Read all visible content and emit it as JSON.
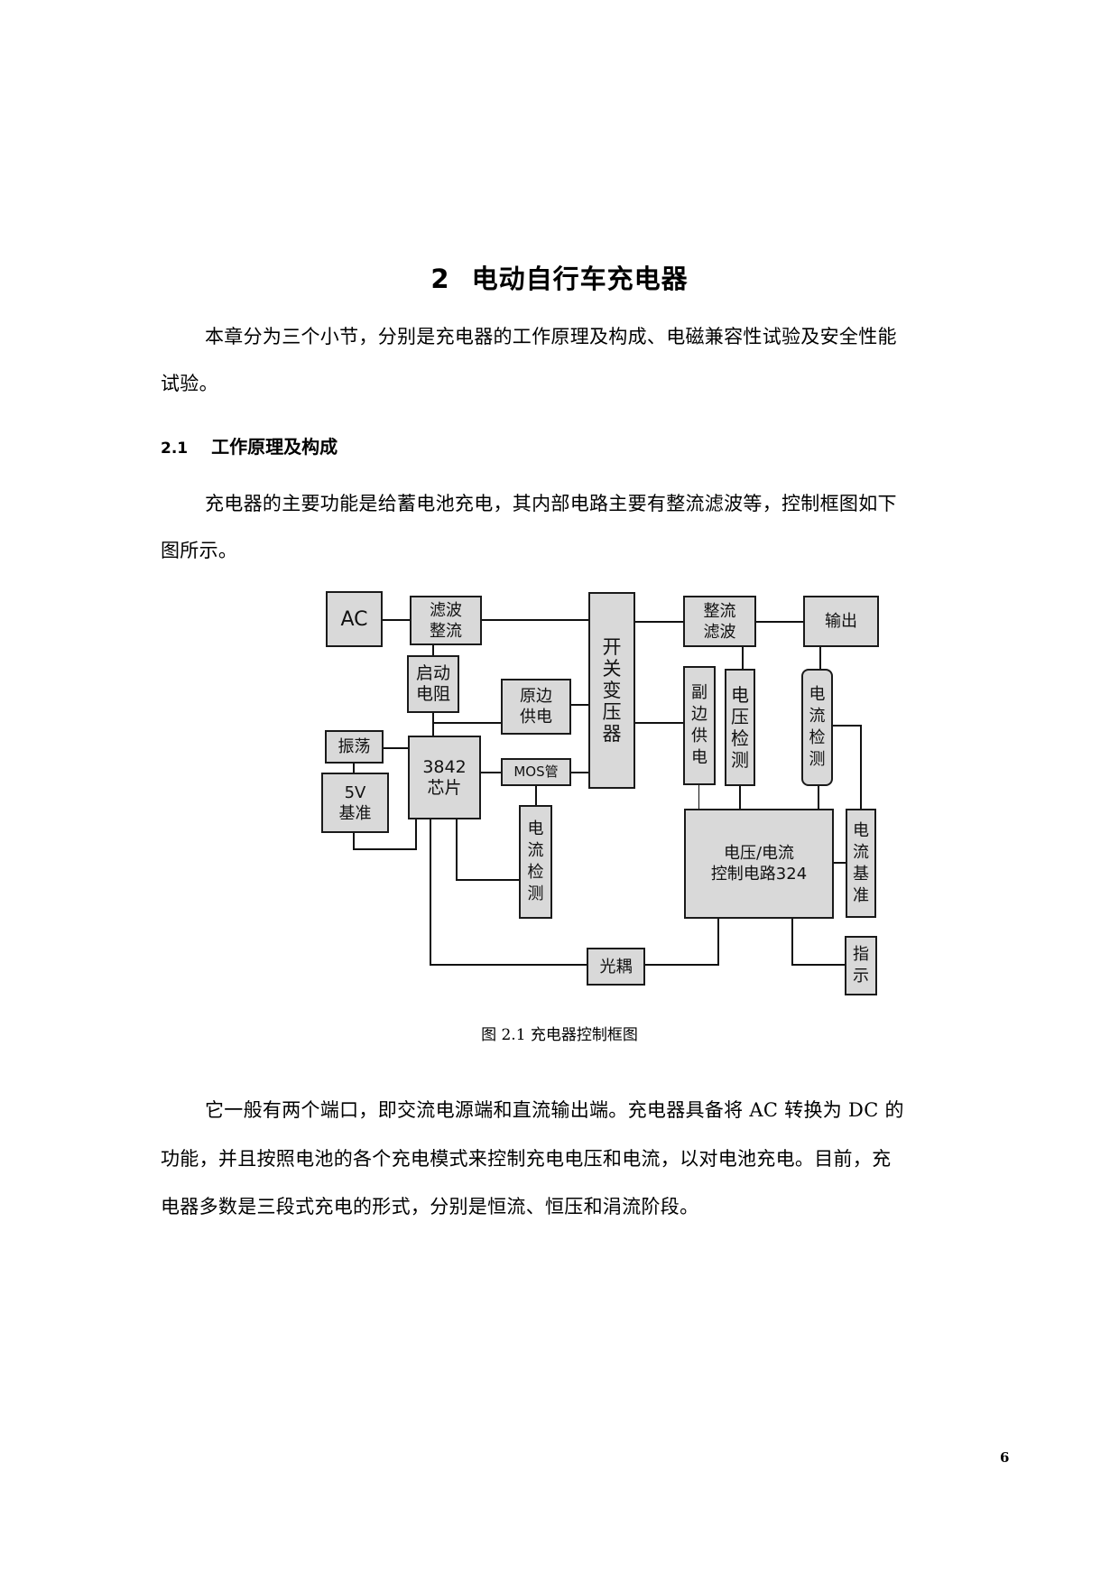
{
  "chapter": {
    "number": "2",
    "title": "电动自行车充电器"
  },
  "intro_paragraph": {
    "lines": [
      "本章分为三个小节，分别是充电器的工作原理及构成、电磁兼容性试验及安全性能",
      "试验。"
    ]
  },
  "section": {
    "number": "2.1",
    "title": "工作原理及构成"
  },
  "section_paragraph": {
    "lines": [
      "充电器的主要功能是给蓄电池充电，其内部电路主要有整流滤波等，控制框图如下",
      "图所示。"
    ]
  },
  "diagram": {
    "blocks": {
      "ac": "AC",
      "filter_rectify": "滤波\n整流",
      "startup_resistor": "启动\n电阻",
      "primary_supply": "原边\n供电",
      "switch_transformer": "开关变压器",
      "oscillator": "振荡",
      "chip_3842": "3842\n芯片",
      "mos": "MOS管",
      "ref_5v": "5V\n基准",
      "current_detect_left": "电流检测",
      "rectify_filter": "整流\n滤波",
      "output": "输出",
      "secondary_supply": "副边供电",
      "voltage_detect": "电压检测",
      "current_detect_right": "电流检测",
      "control_324": "电压/电流\n控制电路324",
      "current_ref": "电流基准",
      "optocoupler": "光耦",
      "indicator": "指示"
    },
    "caption": "图 2.1  充电器控制框图"
  },
  "closing_paragraph": {
    "lines": [
      "它一般有两个端口，即交流电源端和直流输出端。充电器具备将 AC 转换为 DC 的",
      "功能，并且按照电池的各个充电模式来控制充电电压和电流，以对电池充电。目前，充",
      "电器多数是三段式充电的形式，分别是恒流、恒压和涓流阶段。"
    ]
  },
  "page_number": "6"
}
